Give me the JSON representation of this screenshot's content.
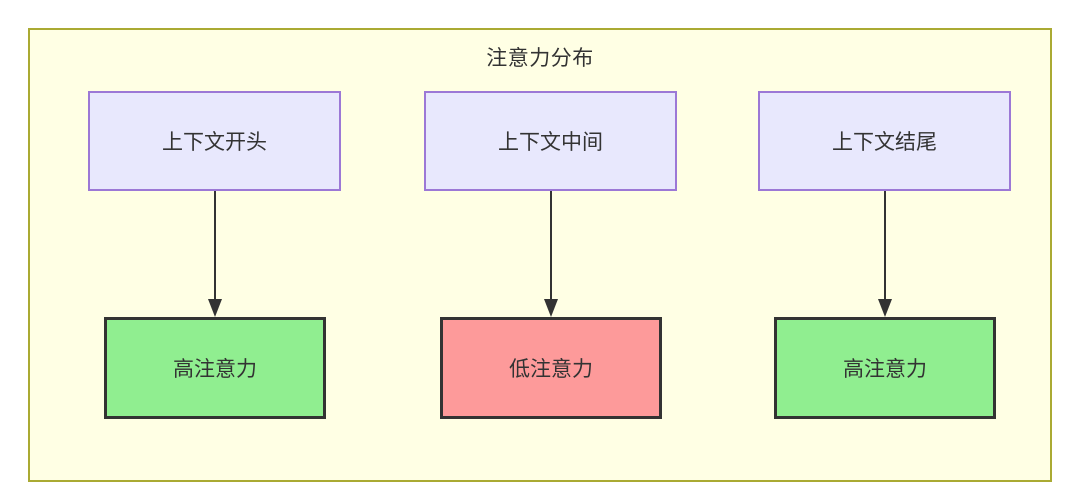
{
  "diagram": {
    "title": "注意力分布",
    "colors": {
      "container_bg": "#ffffe4",
      "container_border": "#aaaa33",
      "context_bg": "#e8e8fd",
      "context_border": "#9c78d6",
      "high_attention_bg": "#90ee90",
      "low_attention_bg": "#fd9a9a",
      "node_border": "#333333",
      "arrow": "#333333",
      "text": "#333333"
    },
    "context_nodes": [
      {
        "id": "ctx-start",
        "label": "上下文开头"
      },
      {
        "id": "ctx-middle",
        "label": "上下文中间"
      },
      {
        "id": "ctx-end",
        "label": "上下文结尾"
      }
    ],
    "attention_nodes": [
      {
        "id": "att-high-start",
        "label": "高注意力",
        "level": "high"
      },
      {
        "id": "att-low-middle",
        "label": "低注意力",
        "level": "low"
      },
      {
        "id": "att-high-end",
        "label": "高注意力",
        "level": "high"
      }
    ],
    "edges": [
      {
        "from": "上下文开头",
        "to": "高注意力"
      },
      {
        "from": "上下文中间",
        "to": "低注意力"
      },
      {
        "from": "上下文结尾",
        "to": "高注意力"
      }
    ]
  }
}
